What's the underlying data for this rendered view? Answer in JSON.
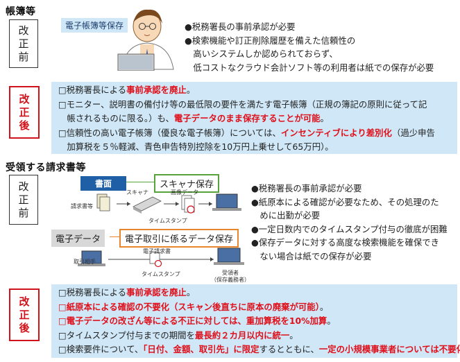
{
  "sec1": {
    "title": "帳簿等",
    "before_label": [
      "改",
      "正",
      "前"
    ],
    "after_label": [
      "改",
      "正",
      "後"
    ],
    "tag": "電子帳簿等保存",
    "before_bullets": [
      "●税務署長の事前承認が必要",
      "●検索機能や訂正削除履歴を備えた信頼性の",
      "　高いシステムしか認められておらず、",
      "　低コストなクラウド会計ソフト等の利用者は紙での保存が必要"
    ],
    "after_lines": [
      [
        {
          "t": "□税務署長による"
        },
        {
          "t": "事前承認を廃止",
          "r": true
        },
        {
          "t": "。"
        }
      ],
      [
        {
          "t": "□モニター、説明書の備付け等の最低限の要件を満たす電子帳簿（正規の簿記の原則に従って記"
        }
      ],
      [
        {
          "t": "　帳されるものに限る。）も、"
        },
        {
          "t": "電子データのまま保存することが可能",
          "r": true
        },
        {
          "t": "。"
        }
      ],
      [
        {
          "t": "□信頼性の高い電子帳簿（優良な電子帳簿）については、"
        },
        {
          "t": "インセンティブにより差別化",
          "r": true
        },
        {
          "t": "（過少申告"
        }
      ],
      [
        {
          "t": "　加算税を５％軽減、青色申告特別控除を10万円上乗せして65万円）。"
        }
      ]
    ]
  },
  "sec2": {
    "title": "受領する請求書等",
    "before_label": [
      "改",
      "正",
      "前"
    ],
    "after_label": [
      "改",
      "正",
      "後"
    ],
    "paper_tag": "書面",
    "scanner_tag": "スキャナ保存",
    "edata_tag": "電子データ",
    "etrans_tag": "電子取引に係るデータ保存",
    "labels": {
      "invoice": "請求書等",
      "scanner": "スキャナ",
      "image_data": "画像データ",
      "timestamp": "タイムスタンプ",
      "partner": "取引相手",
      "e_invoice": "電子請求書",
      "timestamp2": "タイムスタンプ",
      "receiver1": "受領者",
      "receiver2": "（保存義務者）"
    },
    "before_bullets": [
      "●税務署長の事前承認が必要",
      "●紙原本による確認が必要なため、その処理のた",
      "　めに出勤が必要",
      "●一定日数内でのタイムスタンプ付与の徹底が困難",
      "●保存データに対する高度な検索機能を確保でき",
      "　ない場合は紙での保存が必要"
    ],
    "after_lines": [
      [
        {
          "t": "□税務署長による"
        },
        {
          "t": "事前承認を廃止",
          "r": true
        },
        {
          "t": "。"
        }
      ],
      [
        {
          "t": "□",
          "r": true
        },
        {
          "t": "紙原本による確認の不要化（スキャン後直ちに原本の廃棄が可能）",
          "r": true
        },
        {
          "t": "。"
        }
      ],
      [
        {
          "t": "□",
          "r": true
        },
        {
          "t": "電子データの改ざん等による不正に対しては、重加算税を10%加算",
          "r": true
        },
        {
          "t": "。"
        }
      ],
      [
        {
          "t": "□タイムスタンプ付与までの期間を"
        },
        {
          "t": "最長約２カ月以内に統一",
          "r": true
        },
        {
          "t": "。"
        }
      ],
      [
        {
          "t": "□検索要件について、"
        },
        {
          "t": "「日付、金額、取引先」に限定",
          "r": true
        },
        {
          "t": "するとともに、"
        },
        {
          "t": "一定の小規模事業者については不要化",
          "r": true
        },
        {
          "t": "。"
        }
      ]
    ]
  },
  "colors": {
    "accent_red": "#e0101b",
    "panel_blue": "#cfe7f6",
    "tag_blue": "#1f5fa6",
    "scanner_green": "#58a23b",
    "etrans_orange": "#e9852d"
  }
}
